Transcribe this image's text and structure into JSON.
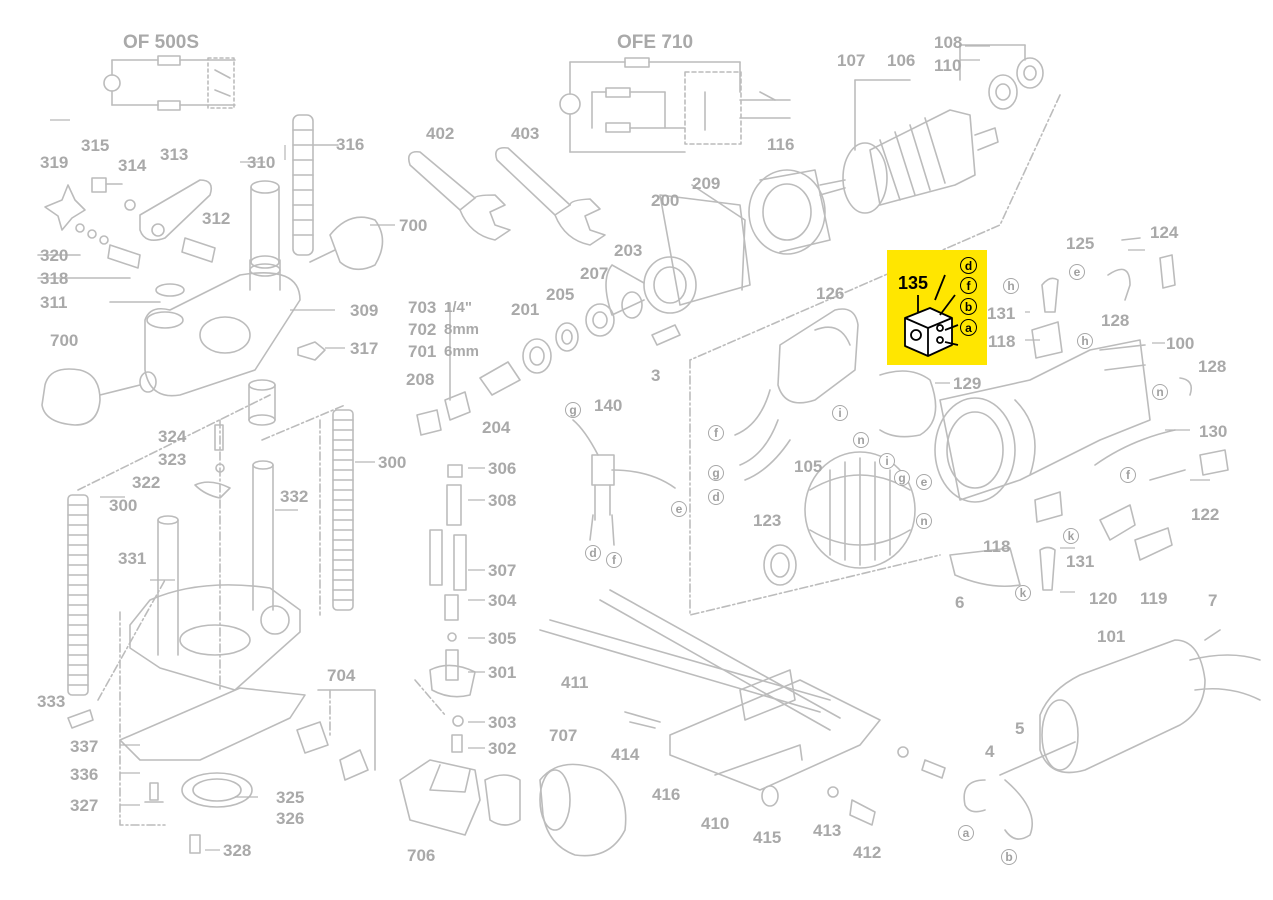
{
  "titles": {
    "left": "OF 500S",
    "center": "OFE 710"
  },
  "highlight": {
    "part": "135",
    "terminals": [
      "d",
      "f",
      "b",
      "a"
    ],
    "color": "#ffe600"
  },
  "parts": {
    "p100": "100",
    "p101": "101",
    "p105": "105",
    "p106": "106",
    "p107": "107",
    "p108": "108",
    "p110": "110",
    "p116": "116",
    "p118a": "118",
    "p118b": "118",
    "p119": "119",
    "p120": "120",
    "p122": "122",
    "p123": "123",
    "p124": "124",
    "p125": "125",
    "p126": "126",
    "p128a": "128",
    "p128b": "128",
    "p129": "129",
    "p130": "130",
    "p131a": "131",
    "p131b": "131",
    "p140": "140",
    "p200": "200",
    "p201": "201",
    "p203": "203",
    "p204": "204",
    "p205": "205",
    "p207": "207",
    "p208": "208",
    "p209": "209",
    "p300a": "300",
    "p300b": "300",
    "p301": "301",
    "p302": "302",
    "p303": "303",
    "p304": "304",
    "p305": "305",
    "p306": "306",
    "p307": "307",
    "p308": "308",
    "p309": "309",
    "p310": "310",
    "p311": "311",
    "p312": "312",
    "p313": "313",
    "p314": "314",
    "p315": "315",
    "p316": "316",
    "p317": "317",
    "p318": "318",
    "p319": "319",
    "p320": "320",
    "p322": "322",
    "p323": "323",
    "p324": "324",
    "p325": "325",
    "p326": "326",
    "p327": "327",
    "p328": "328",
    "p331": "331",
    "p332": "332",
    "p333": "333",
    "p336": "336",
    "p337": "337",
    "p402": "402",
    "p403": "403",
    "p410": "410",
    "p411": "411",
    "p412": "412",
    "p413": "413",
    "p414": "414",
    "p415": "415",
    "p416": "416",
    "p700a": "700",
    "p700b": "700",
    "p701": "701",
    "p702": "702",
    "p703": "703",
    "p704": "704",
    "p706": "706",
    "p707": "707",
    "p3": "3",
    "p4": "4",
    "p5": "5",
    "p6": "6",
    "p7": "7"
  },
  "collet_sizes": {
    "s703": "1/4\"",
    "s702": "8mm",
    "s701": "6mm"
  },
  "wire_terminals": {
    "t_g1": "g",
    "t_d1": "d",
    "t_f1": "f",
    "t_e1": "e",
    "t_f2": "f",
    "t_g2": "g",
    "t_d2": "d",
    "t_i1": "i",
    "t_n1": "n",
    "t_i2": "i",
    "t_g3": "g",
    "t_e2": "e",
    "t_n2": "n",
    "t_h1": "h",
    "t_e3": "e",
    "t_h2": "h",
    "t_n3": "n",
    "t_f3": "f",
    "t_k1": "k",
    "t_k2": "k",
    "t_a": "a",
    "t_b": "b"
  }
}
